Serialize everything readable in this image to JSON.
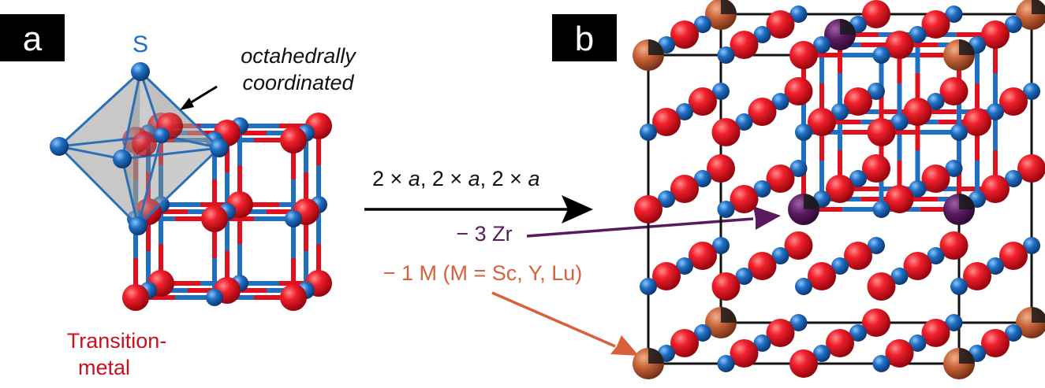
{
  "panel_a": {
    "tag": "a",
    "label_S": "S",
    "label_octa_line1": "octahedrally",
    "label_octa_line2": "coordinated",
    "label_tm_line1": "Transition-",
    "label_tm_line2": "metal"
  },
  "panel_b": {
    "tag": "b"
  },
  "transform": {
    "seg1_num": "2 × ",
    "seg1_var": "a",
    "seg2_num": ", 2 × ",
    "seg2_var": "a",
    "seg3_num": ", 2 × ",
    "seg3_var": "a",
    "remove_zr": "− 3 Zr",
    "remove_m": "− 1 M (M = Sc, Y, Lu)"
  },
  "colors": {
    "sulfur": "#1f6fc2",
    "metal": "#e0101e",
    "zr_vacancy": "#5a1a5e",
    "m_vacancy": "#c8643a",
    "arrow_m": "#d9603a",
    "arrow_zr": "#5a1a5e",
    "frame": "#111111",
    "octahedron": "#9a9a9a"
  }
}
